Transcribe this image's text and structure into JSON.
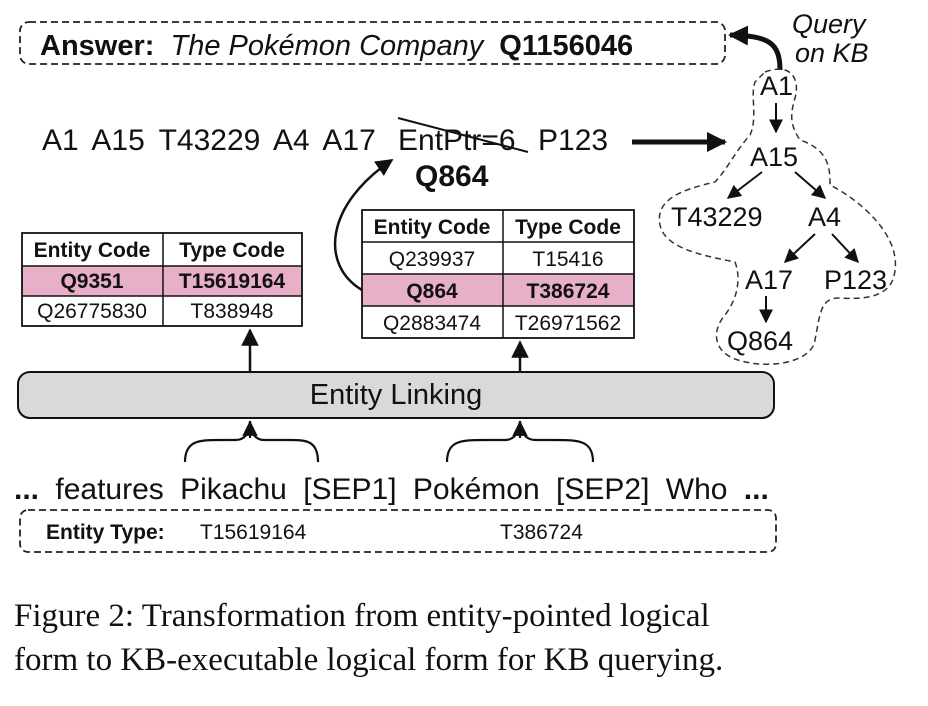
{
  "answer": {
    "label": "Answer:",
    "entity_name": "The Pokémon Company",
    "entity_code": "Q1156046"
  },
  "query_label": [
    "Query",
    "on KB"
  ],
  "logical_form": {
    "tokens": [
      "A1",
      "A15",
      "T43229",
      "A4",
      "A17"
    ],
    "struck_token": "EntPtr=6",
    "last_token": "P123",
    "replacement": "Q864"
  },
  "tree_nodes": [
    "A1",
    "A15",
    "T43229",
    "A4",
    "A17",
    "P123",
    "Q864"
  ],
  "table_left": {
    "headers": [
      "Entity Code",
      "Type Code"
    ],
    "rows": [
      [
        "Q9351",
        "T15619164"
      ],
      [
        "Q26775830",
        "T838948"
      ]
    ],
    "highlight_row": 0
  },
  "table_right": {
    "headers": [
      "Entity Code",
      "Type Code"
    ],
    "rows": [
      [
        "Q239937",
        "T15416"
      ],
      [
        "Q864",
        "T386724"
      ],
      [
        "Q2883474",
        "T26971562"
      ]
    ],
    "highlight_row": 1
  },
  "entity_linking_label": "Entity Linking",
  "input_text": {
    "prefix": "...",
    "words": [
      "features",
      "Pikachu",
      "[SEP1]",
      "Pokémon",
      "[SEP2]",
      "Who"
    ],
    "suffix": "..."
  },
  "entity_type": {
    "label": "Entity Type:",
    "values": [
      "T15619164",
      "T386724"
    ]
  },
  "caption": [
    "Figure 2:  Transformation from entity-pointed logical",
    "form to KB-executable logical form for KB querying."
  ],
  "colors": {
    "highlight": "#e8afc8",
    "box_fill": "#d9d9d9",
    "stroke": "#111111"
  }
}
